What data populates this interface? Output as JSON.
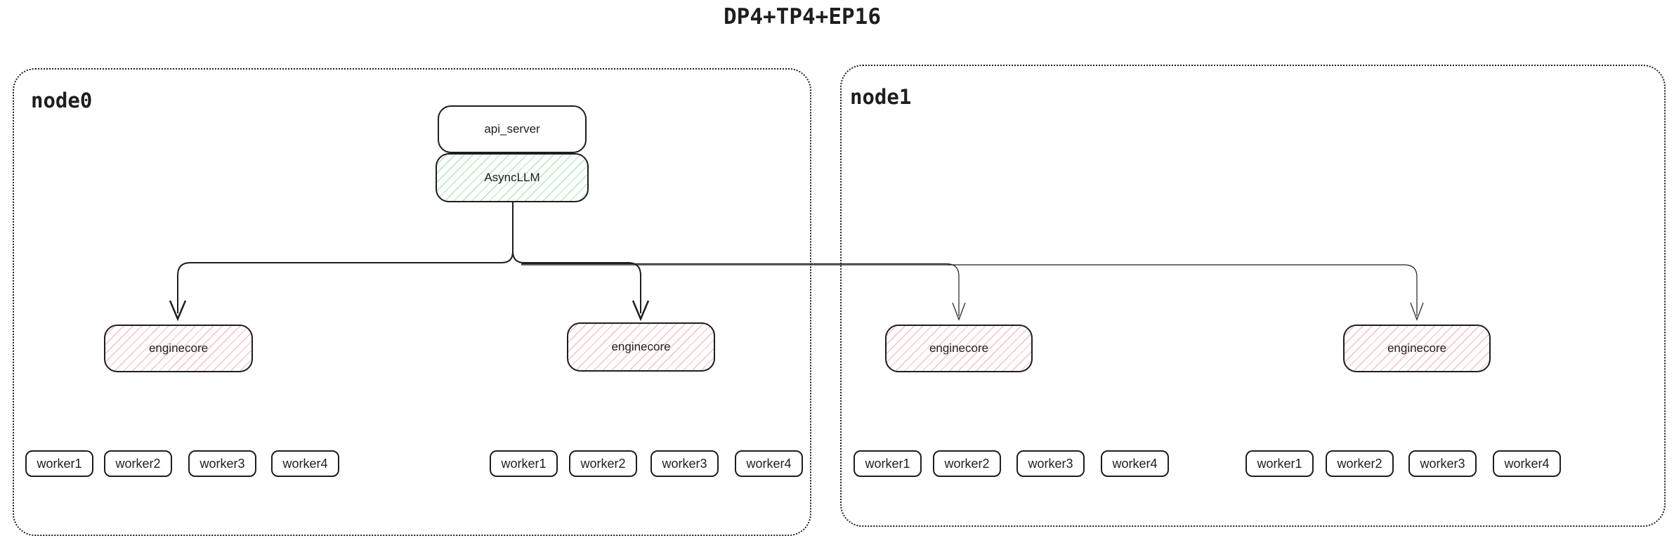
{
  "title": "DP4+TP4+EP16",
  "pipeline": {
    "api_server_label": "api_server",
    "async_llm_label": "AsyncLLM"
  },
  "nodes": [
    {
      "label": "node0",
      "groups": [
        {
          "engine": "enginecore",
          "workers": [
            "worker1",
            "worker2",
            "worker3",
            "worker4"
          ]
        },
        {
          "engine": "enginecore",
          "workers": [
            "worker1",
            "worker2",
            "worker3",
            "worker4"
          ]
        }
      ]
    },
    {
      "label": "node1",
      "groups": [
        {
          "engine": "enginecore",
          "workers": [
            "worker1",
            "worker2",
            "worker3",
            "worker4"
          ]
        },
        {
          "engine": "enginecore",
          "workers": [
            "worker1",
            "worker2",
            "worker3",
            "worker4"
          ]
        }
      ]
    }
  ],
  "colors": {
    "stroke": "#1e1e1e",
    "green_fill_hatch": "#40c057",
    "red_fill_hatch": "#e03131",
    "background": "#ffffff"
  }
}
